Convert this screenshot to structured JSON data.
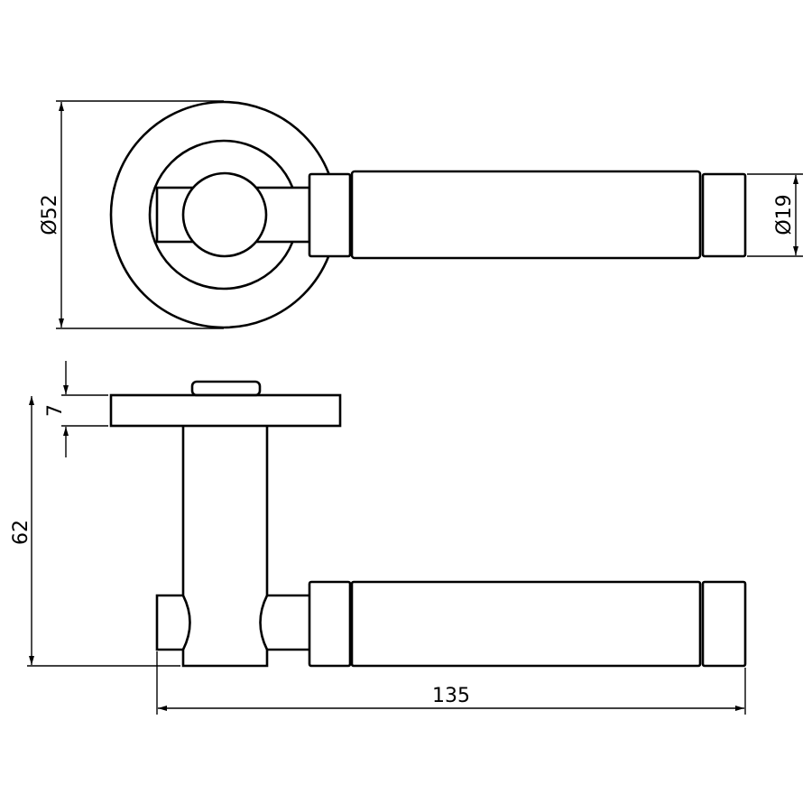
{
  "title": "Lever handle on round rose – dimension drawing",
  "dimensions": {
    "rose_diameter": "Ø52",
    "lever_diameter": "Ø19",
    "rose_thickness": "7",
    "projection": "62",
    "lever_length": "135"
  },
  "colors": {
    "line": "#000000",
    "background": "#ffffff"
  }
}
